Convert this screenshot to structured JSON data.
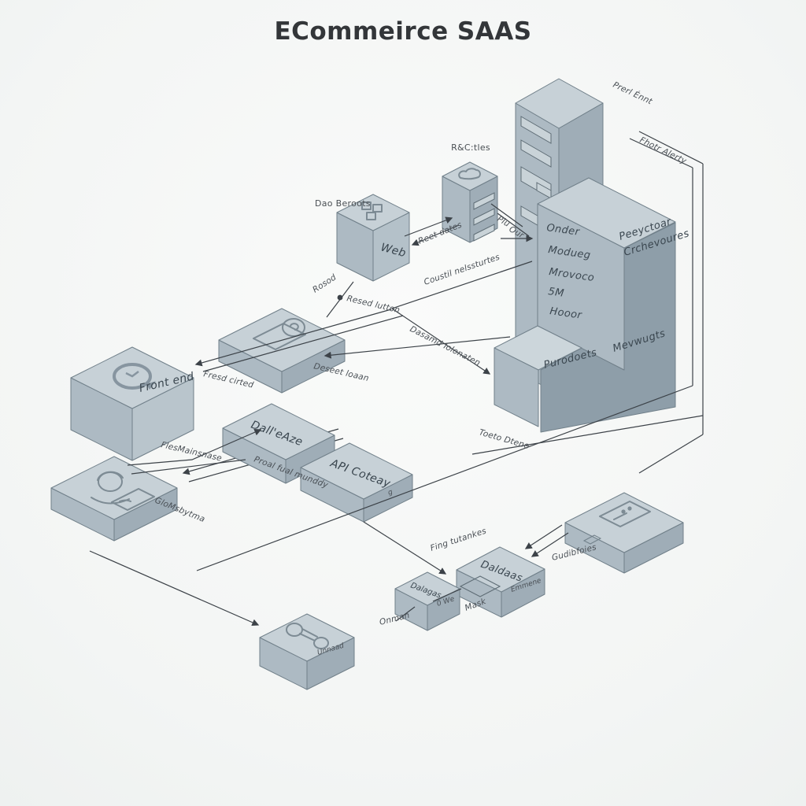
{
  "title": "ECommeirce SAAS",
  "colors": {
    "background": "#f7f8f7",
    "face_top": "#c7d1d7",
    "face_left": "#adbac3",
    "face_right": "#9fadb7",
    "face_dark": "#8e9ea9",
    "line": "#3c4248",
    "label_text": "#4a5056",
    "box_text": "#3b4750"
  },
  "nodes": {
    "front_end_tower": {
      "label": "Prerl Énnt"
    },
    "third_party_bracket": {
      "label": "Fhotr Alerty"
    },
    "rack_services": {
      "label": "R&C:tles"
    },
    "web_cube": {
      "caption": "Dao Beroots",
      "text": "Web"
    },
    "monolith": {
      "left_lines": [
        "Onder",
        "Modueg",
        "Mrovoco",
        "5M",
        "Hooor"
      ],
      "right_line1": "Peeyctoar",
      "right_line2": "Crchevoures",
      "right_lower": "Mevwugts",
      "step_face": "Purodoets",
      "bottom_label": "Toeto Dtene"
    },
    "frontend_cube": {
      "text": "Front end"
    },
    "support_slab": {
      "label": "GloMsbytma"
    },
    "database_slab": {
      "text": "Dall'eAze"
    },
    "api_slab": {
      "text": "API Coteay",
      "side_text": "g"
    },
    "subscriptions_slab": {
      "label": "Gudibfoies"
    },
    "db_cube_large": {
      "text": "Daldaas",
      "side_text": "Emmene"
    },
    "db_cube_small": {
      "text": "Dalagas",
      "side_text": "0 We",
      "label": "Onman",
      "panel_label": "Mask"
    },
    "integration_box": {
      "text": "Unnaad"
    }
  },
  "edge_labels": {
    "reet_dates": "Reet dates",
    "plu": "Plu",
    "our": "Our",
    "content_upper": "Coustil nelssturtes",
    "content_lower": "Dasamd lolonaten",
    "rosod": "Rosod",
    "resed_button": "Resed lutton",
    "deseet_loaan": "Deseet loaan",
    "fresd_cirted": "Fresd cirted",
    "fles_mainsnase": "FlesMainsnase",
    "proal": "Proal fual munddy",
    "fing": "Fing tutankes"
  }
}
